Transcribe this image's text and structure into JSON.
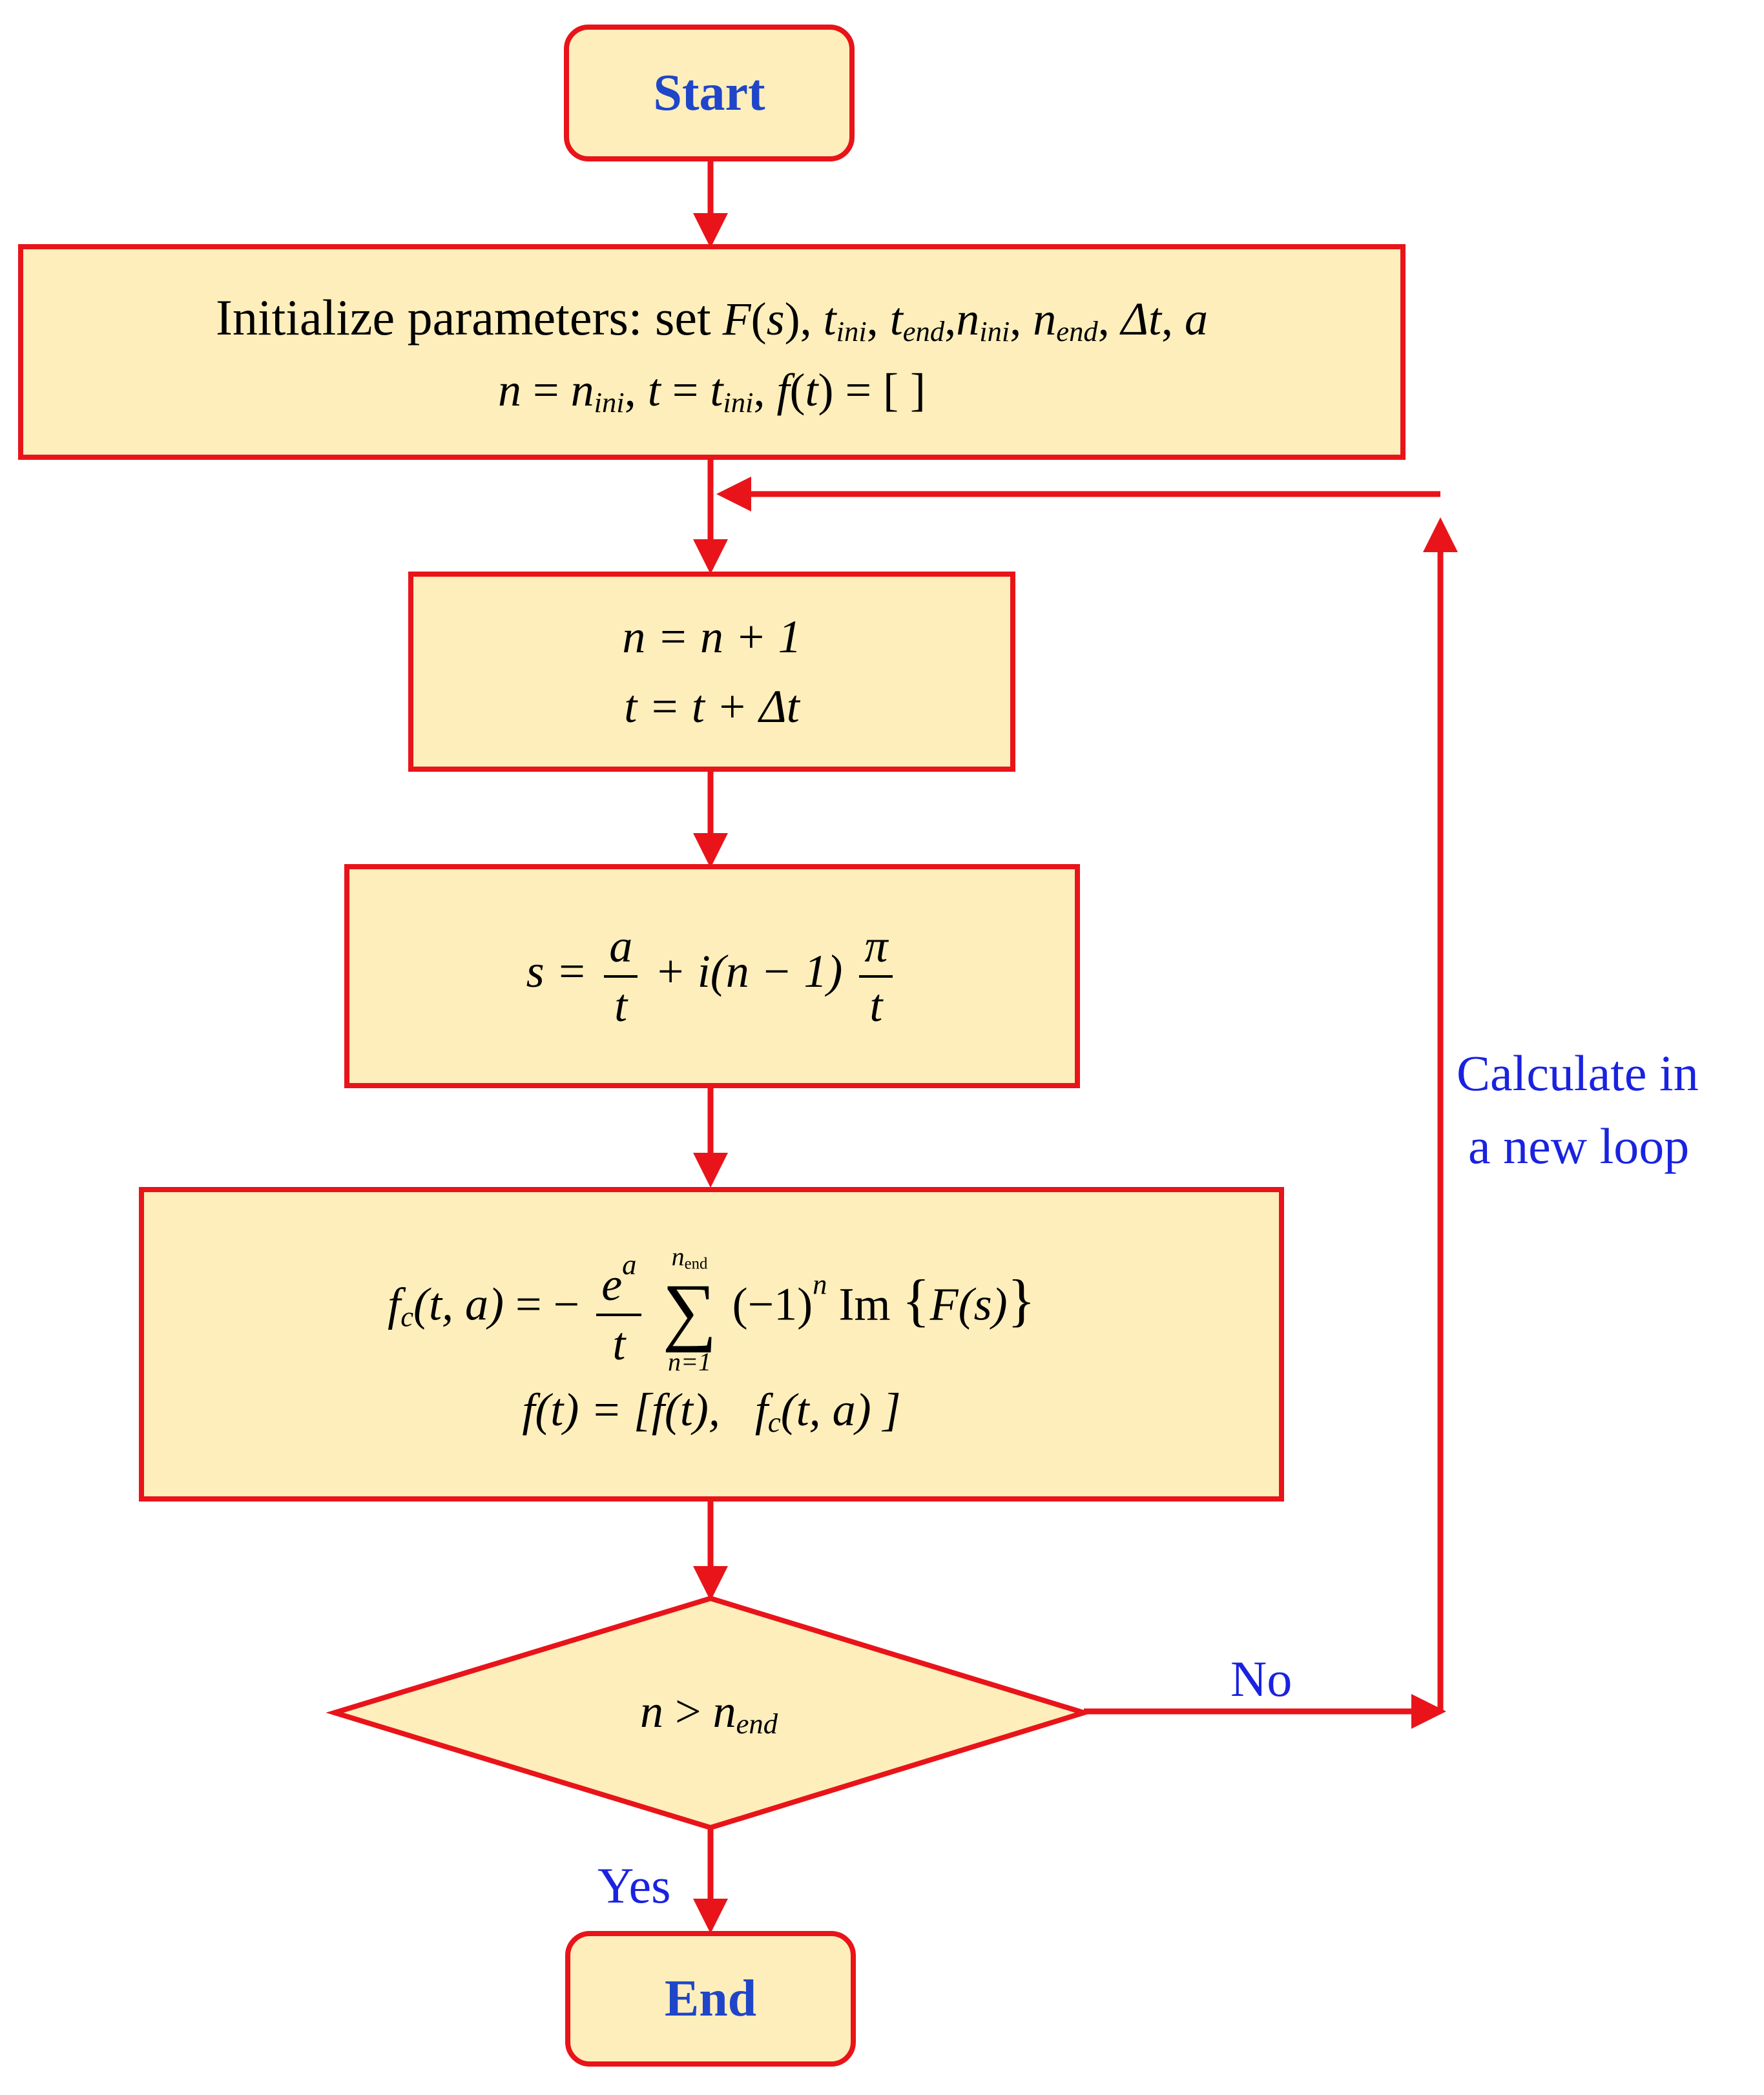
{
  "nodes": {
    "start": "Start",
    "end": "End",
    "init": {
      "title": "Initialize parameters: set",
      "F": "F",
      "s": "s",
      "t": "t",
      "n": "n",
      "ini": "ini",
      "end_sub": "end",
      "delta": "Δt",
      "a": "a",
      "empty_list": "[ ]"
    },
    "update": {
      "line1_lhs": "n = n + 1",
      "line2_lhs": "t = t + Δt"
    },
    "s_formula": {
      "lhs": "s =",
      "num1": "a",
      "den1": "t",
      "mid": "+ i(n − 1)",
      "num2": "π",
      "den2": "t"
    },
    "fc_formula": {
      "f": "f",
      "c": "c",
      "args": "(t, a)",
      "eq": "= −",
      "num": "e",
      "exp": "a",
      "den": "t",
      "sum_top_n": "n",
      "sum_top_sub": "end",
      "sum_bottom": "n=1",
      "sigma": "∑",
      "term": "(−1)",
      "term_exp": "n",
      "im": "Im",
      "brace_open": "{",
      "Fs": "F(s)",
      "brace_close": "}"
    },
    "append_formula": {
      "lhs": "f(t) = [f(t),",
      "fc": "f",
      "c": "c",
      "args": "(t, a) ]"
    },
    "decision": {
      "n": "n",
      "op": ">",
      "nend": "n",
      "sub": "end"
    }
  },
  "edges": {
    "no_label": "No",
    "yes_label": "Yes",
    "loop_label_line1": "Calculate in",
    "loop_label_line2": "a new loop"
  },
  "colors": {
    "border": "#e8141a",
    "fill": "#fdeebb",
    "terminal_text": "#1f45c9",
    "edge_text": "#1a22e0"
  }
}
